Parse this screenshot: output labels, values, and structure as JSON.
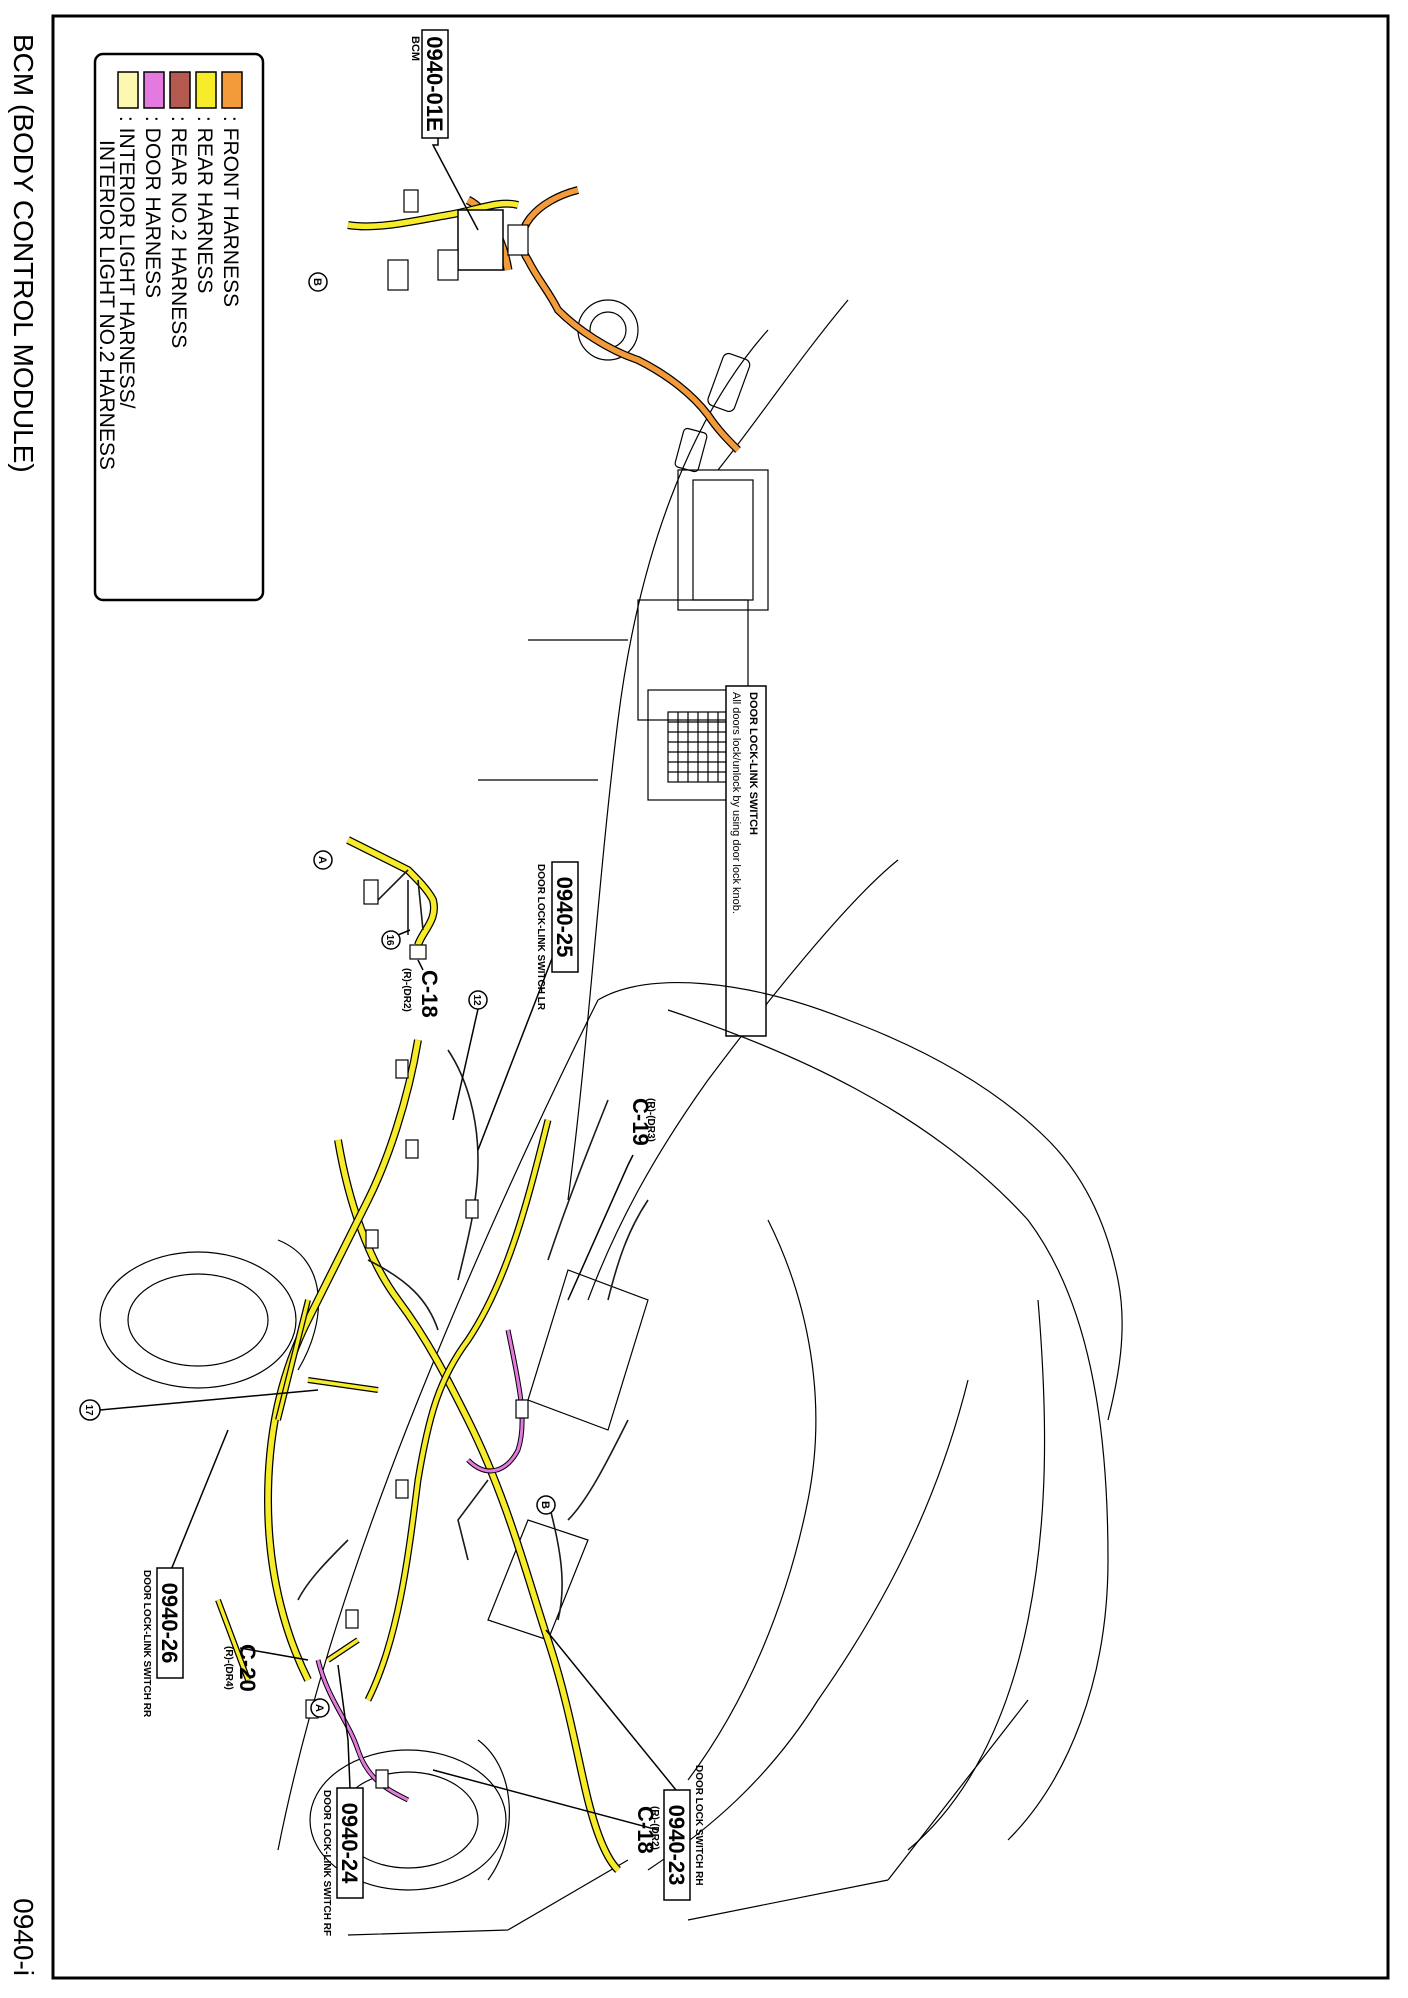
{
  "header": {
    "title": "BCM (BODY CONTROL MODULE)",
    "page_code": "0940-i"
  },
  "legend": {
    "items": [
      {
        "label": ": FRONT HARNESS",
        "color": "#f39a3a"
      },
      {
        "label": ": REAR HARNESS",
        "color": "#f7ec2a"
      },
      {
        "label": ": REAR NO.2 HARNESS",
        "color": "#b55a50"
      },
      {
        "label": ": DOOR HARNESS",
        "color": "#e47ae0"
      },
      {
        "label": ": INTERIOR LIGHT HARNESS/",
        "color": "#fcf8b0"
      }
    ],
    "continuation": "INTERIOR LIGHT NO.2 HARNESS"
  },
  "callouts": {
    "bcm": {
      "caption": "BCM",
      "code": "0940-01E"
    },
    "c18_top": {
      "ref": "(R)-(DR2)",
      "code": "C-18"
    },
    "c19": {
      "ref": "(R)-(DR3)",
      "code": "C-19"
    },
    "c20": {
      "ref": "(R)-(DR4)",
      "code": "C-20"
    },
    "c18_bottom": {
      "ref": "(R)-(DR2)",
      "code": "C-18"
    },
    "door_lock_lr": {
      "code": "0940-25",
      "caption": "DOOR LOCK-LINK SWITCH LR"
    },
    "door_lock_rr": {
      "code": "0940-26",
      "caption": "DOOR LOCK-LINK SWITCH RR"
    },
    "door_lock_rf": {
      "code": "0940-24",
      "caption": "DOOR LOCK-LINK SWITCH RF"
    },
    "door_lock_rh": {
      "code": "0940-23",
      "caption": "DOOR LOCK SWITCH RH"
    }
  },
  "note": {
    "title": "DOOR LOCK-LINK SWITCH",
    "body": "All doors lock/unlock by using door lock knob."
  },
  "markers": {
    "a_top": "A",
    "b_top": "B",
    "a_bottom": "A",
    "b_bottom": "B",
    "n12": "12",
    "n16": "16",
    "n17": "17"
  }
}
